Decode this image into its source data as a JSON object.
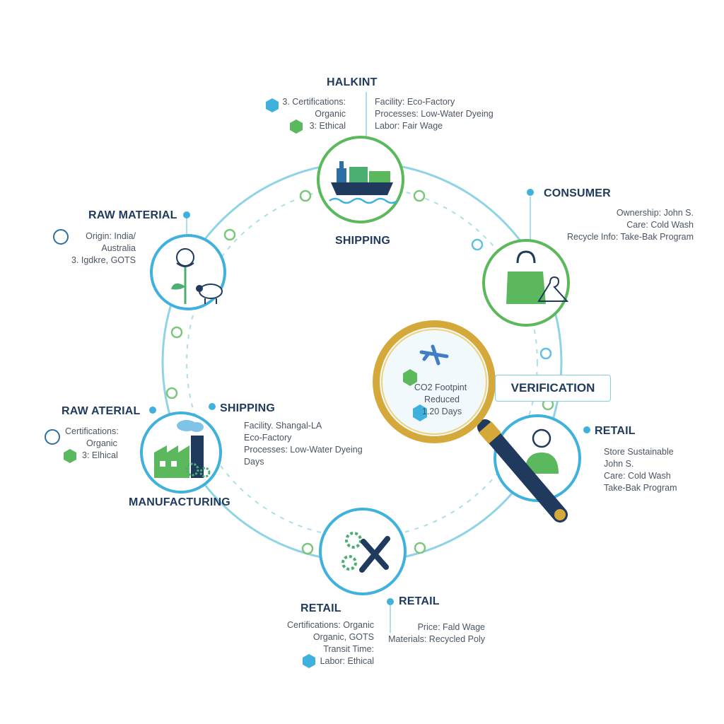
{
  "colors": {
    "blue": "#3fb1dc",
    "green": "#5cb85c",
    "navy": "#1f3a5c",
    "gold": "#d4a93a",
    "text": "#4a5562"
  },
  "top": {
    "title": "HALKINT",
    "left_lines": [
      "3. Certifications:",
      "Organic",
      "3: Ethical"
    ],
    "right_lines": [
      "Facility: Eco-Factory",
      "Processes: Low-Water Dyeing",
      "Labor: Fair Wage"
    ],
    "label": "SHIPPING"
  },
  "consumer": {
    "title": "CONSUMER",
    "lines": [
      "Ownership: John S.",
      "Care: Cold Wash",
      "Recycle Info: Take-Bak Program"
    ]
  },
  "raw_material": {
    "title": "RAW MATERIAL",
    "lines": [
      "Origin: India/",
      "Australia",
      "3. Igdkre, GOTS"
    ]
  },
  "raw_aterial": {
    "title": "RAW ATERIAL",
    "lines": [
      "Certifications:",
      "Organic",
      "3: Elhical"
    ]
  },
  "shipping_mid": {
    "title": "SHIPPING",
    "lines": [
      "Facility. Shangal-LA",
      "Eco-Factory",
      "Processes: Low-Water Dyeing",
      "Days"
    ]
  },
  "manufacturing": {
    "label": "MANUFACTURING"
  },
  "verification": {
    "title": "VERIFICATION",
    "lens_lines": [
      "CO2 Footpint",
      "Reduced",
      "1.20 Days"
    ]
  },
  "retail_right": {
    "title": "RETAIL",
    "lines": [
      "Store Sustainable",
      "John S.",
      "Care: Cold Wash",
      "Take-Bak Program"
    ]
  },
  "retail_bottom_left": {
    "title": "RETAIL",
    "lines": [
      "Certifications: Organic",
      "Organic, GOTS",
      "Transit Time:",
      "Labor: Ethical"
    ]
  },
  "retail_bottom_right": {
    "title": "RETAIL",
    "lines": [
      "Price: Fald Wage",
      "Materials: Recycled Poly"
    ]
  },
  "icons": {
    "shipping": "cargo-ship-icon",
    "consumer": "shopping-bag-hanger-icon",
    "raw_material": "cotton-sheep-icon",
    "manufacturing": "factory-gears-icon",
    "retail": "person-icon",
    "transit": "gears-plane-icon",
    "magnifier": "magnifying-glass-icon"
  }
}
